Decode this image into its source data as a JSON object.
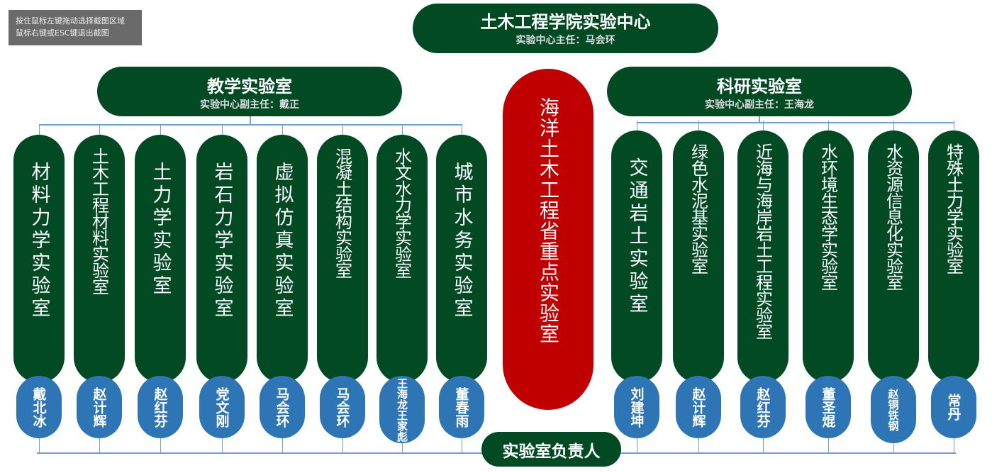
{
  "screenshot_tip": {
    "line1": "按住鼠标左键拖动选择截图区域",
    "line2": "鼠标右键或ESC键退出截图"
  },
  "center": {
    "title": "土木工程学院实验中心",
    "subtitle": "实验中心主任：马会环"
  },
  "teaching": {
    "title": "教学实验室",
    "subtitle": "实验中心副主任：戴正",
    "labs": [
      {
        "name": "材料力学实验室",
        "head": "戴北冰"
      },
      {
        "name": "土木工程材料实验室",
        "head": "赵计辉"
      },
      {
        "name": "土力学实验室",
        "head": "赵红芬"
      },
      {
        "name": "岩石力学实验室",
        "head": "党文刚"
      },
      {
        "name": "虚拟仿真实验室",
        "head": "马会环"
      },
      {
        "name": "混凝土结构实验室",
        "head": "马会环"
      },
      {
        "name": "水文水力学实验室",
        "head": "王海龙王家彪"
      },
      {
        "name": "城市水务实验室",
        "head": "董春雨"
      }
    ]
  },
  "research": {
    "title": "科研实验室",
    "subtitle": "实验中心副主任：王海龙",
    "labs": [
      {
        "name": "交通岩土实验室",
        "head": "刘建坤"
      },
      {
        "name": "绿色水泥基实验室",
        "head": "赵计辉"
      },
      {
        "name": "近海与海岸岩土工程实验室",
        "head": "赵红芬"
      },
      {
        "name": "水环境生态学实验室",
        "head": "董圣焜"
      },
      {
        "name": "水资源信息化实验室",
        "head": "赵铜铁钢"
      },
      {
        "name": "特殊土力学实验室",
        "head": "常丹"
      }
    ]
  },
  "key_lab": "海洋土木工程省重点实验室",
  "footer": "实验室负责人"
}
